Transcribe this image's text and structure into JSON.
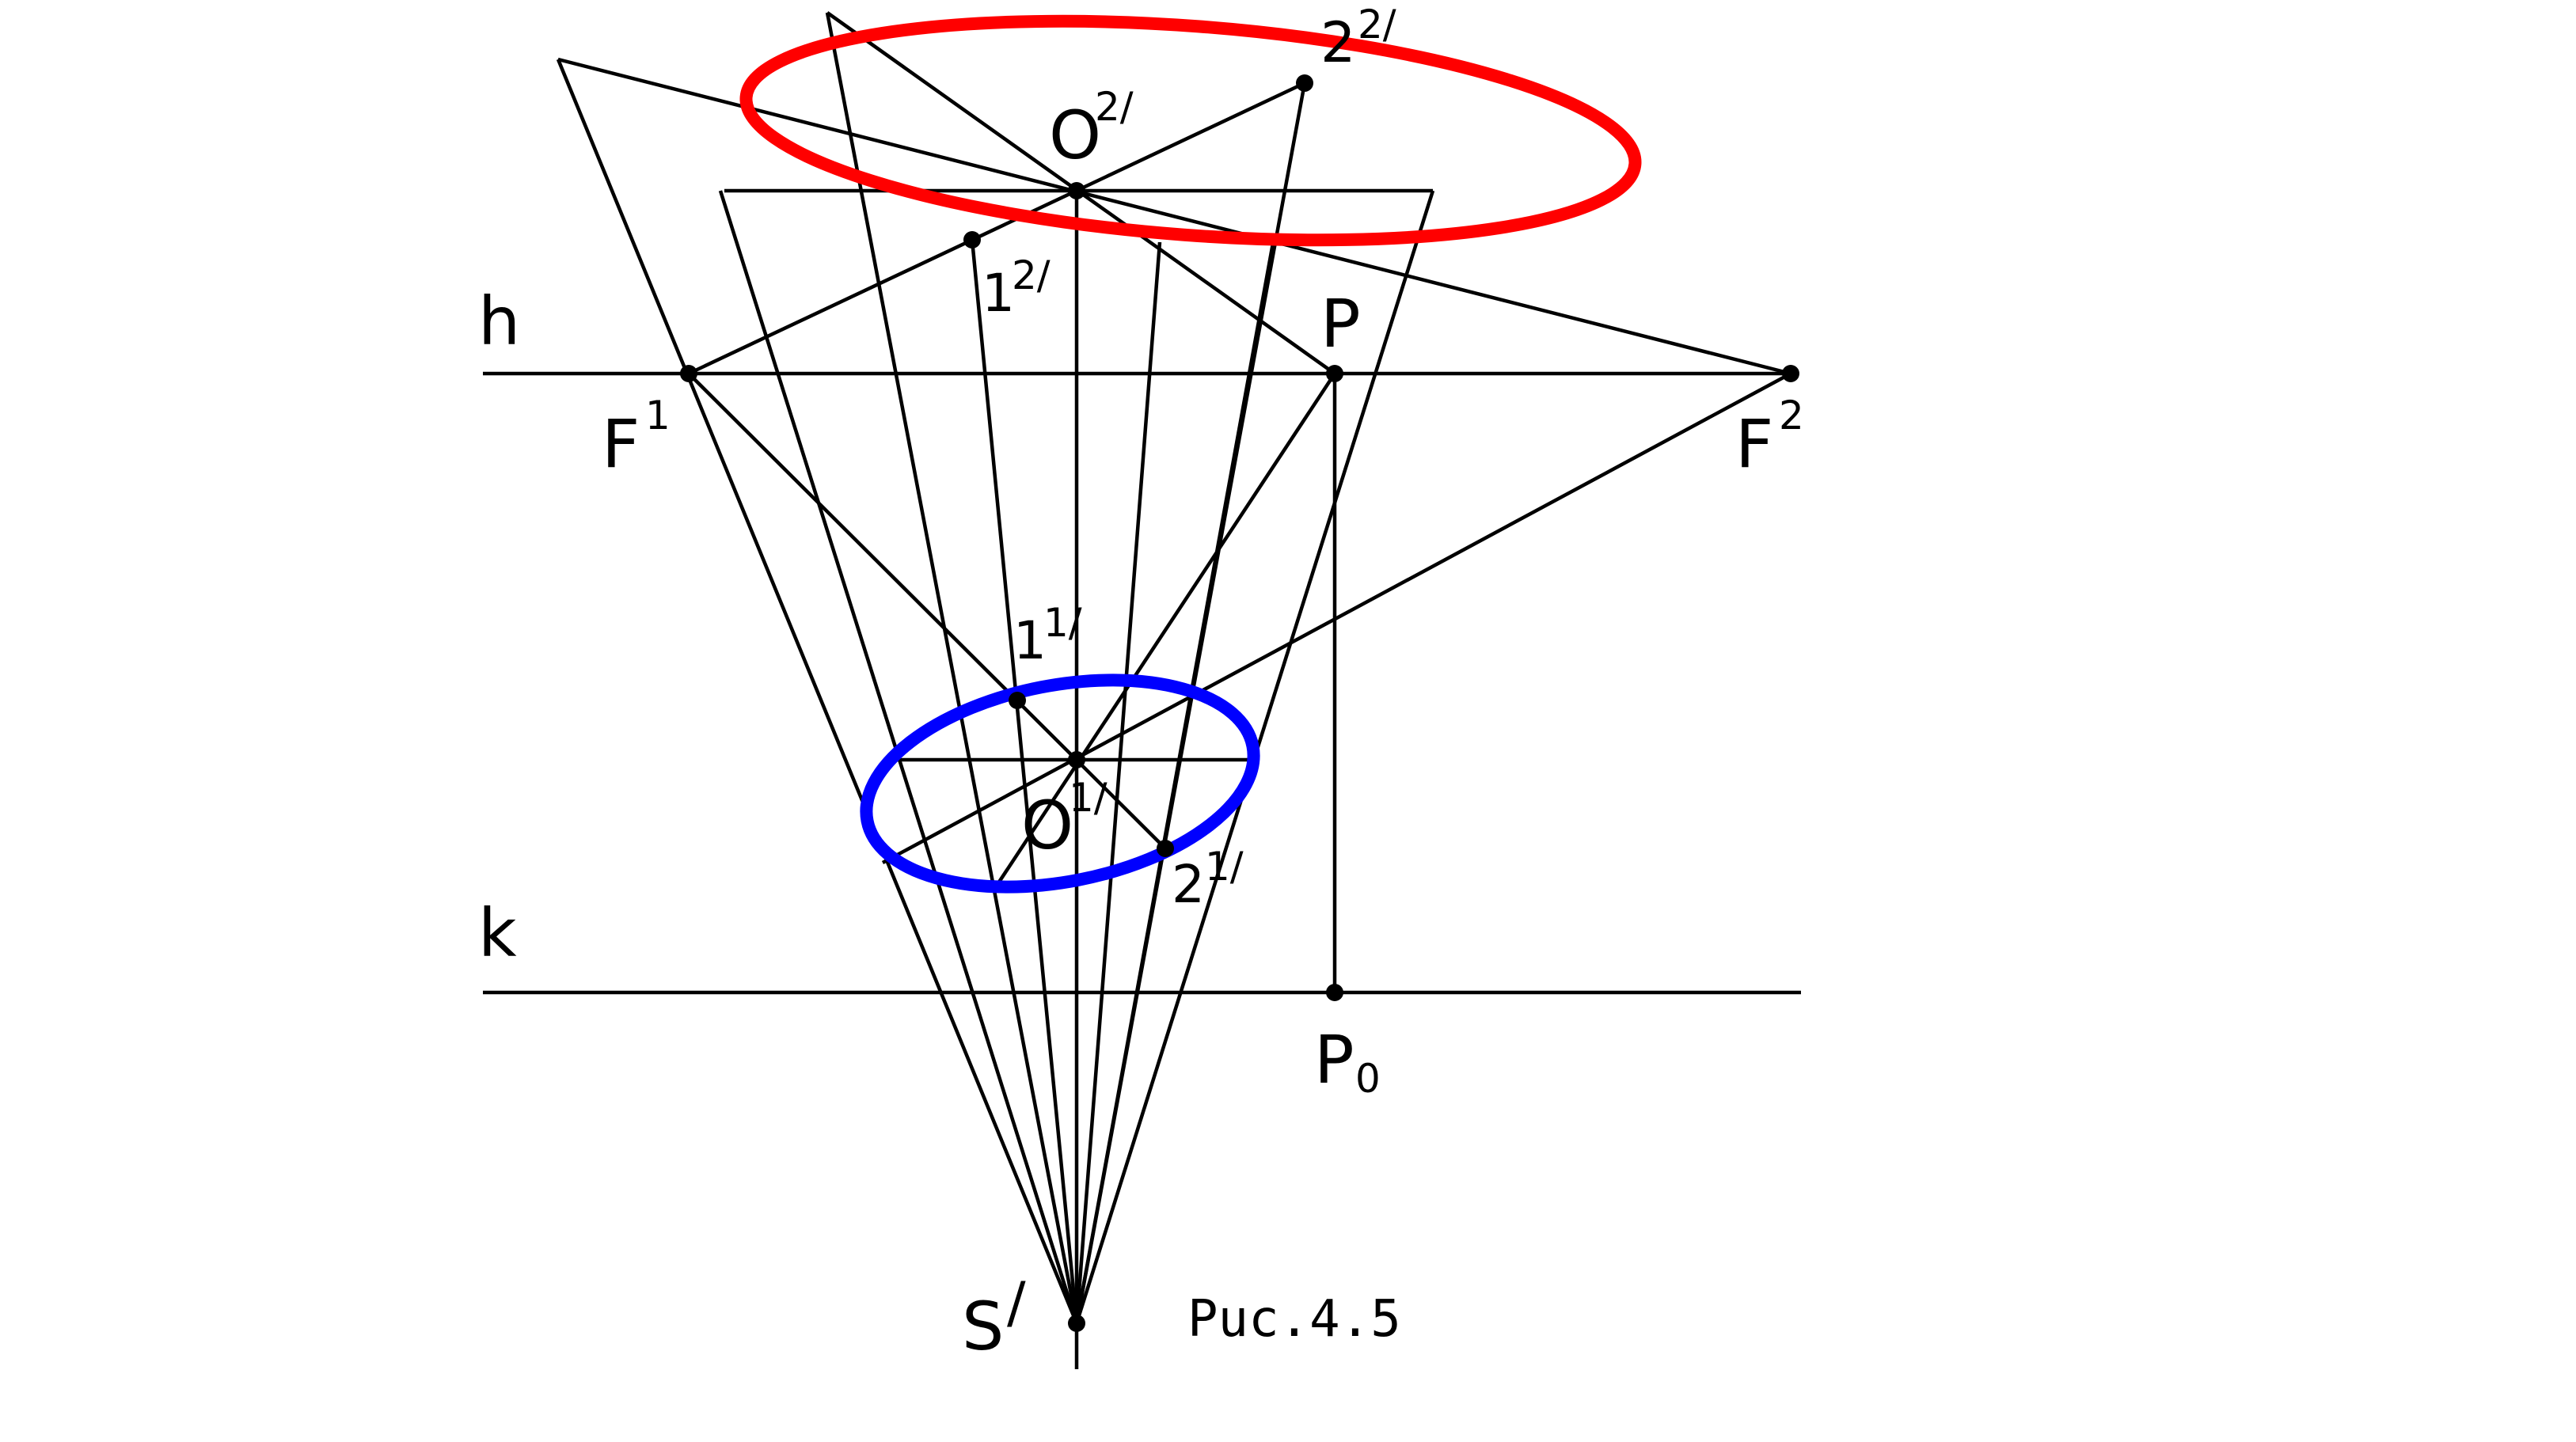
{
  "labels": {
    "h": "h",
    "k": "k",
    "P": "P",
    "P0": "P",
    "P0_sub": "0",
    "F1": "F",
    "F1_sup": "1",
    "F2": "F",
    "F2_sup": "2",
    "O2": "O",
    "O2_sup": "2/",
    "O1": "O",
    "O1_sup": "1/",
    "p12": "1",
    "p12_sup": "2/",
    "p22": "2",
    "p22_sup": "2/",
    "p11": "1",
    "p11_sup": "1/",
    "p21": "2",
    "p21_sup": "1/",
    "S": "S",
    "S_sup": "/"
  },
  "caption": "Puc.4.5",
  "colors": {
    "upper_ellipse": "#ff0000",
    "lower_ellipse": "#0000ff",
    "lines": "#000000"
  }
}
